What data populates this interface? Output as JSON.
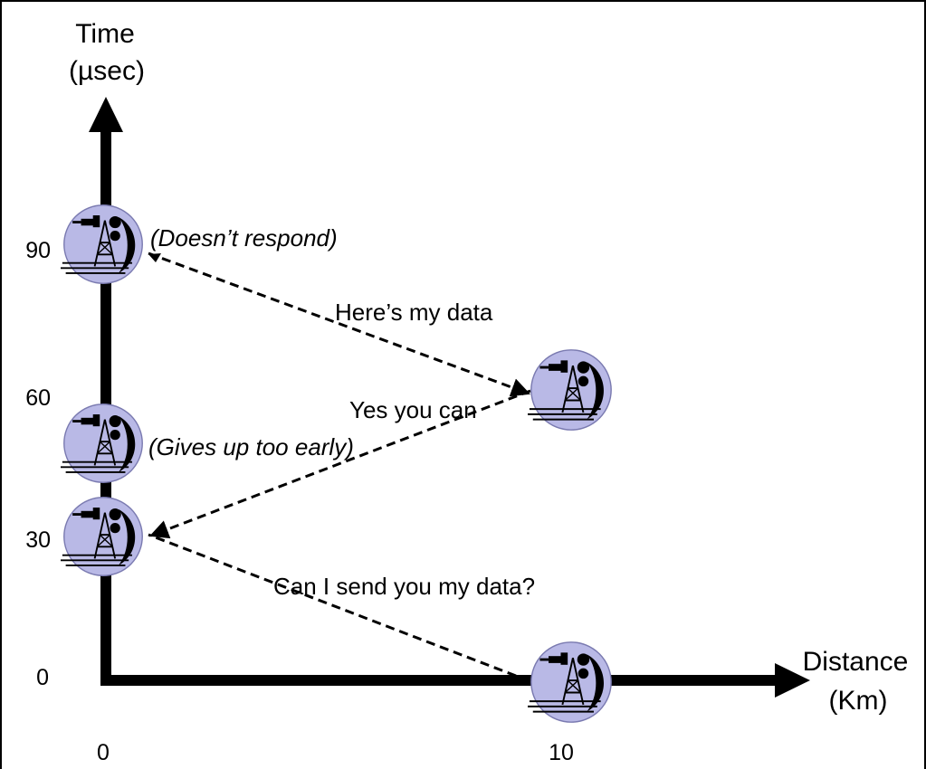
{
  "axes": {
    "y_title_line1": "Time",
    "y_title_line2": "(µsec)",
    "x_title_line1": "Distance",
    "x_title_line2": "(Km)",
    "y_ticks": [
      "0",
      "30",
      "60",
      "90"
    ],
    "x_ticks": [
      "0",
      "10"
    ]
  },
  "notes": {
    "gives_up": "(Gives up too early)",
    "doesnt_respond": "(Doesn’t respond)"
  },
  "messages": {
    "request": "Can I send you my data?",
    "reply": "Yes you can",
    "data": "Here’s my data"
  },
  "icons": {
    "name": "radio-tower-icon",
    "fill": "#b9b9e6"
  },
  "colors": {
    "axis": "#000000",
    "arrow": "#000000"
  }
}
